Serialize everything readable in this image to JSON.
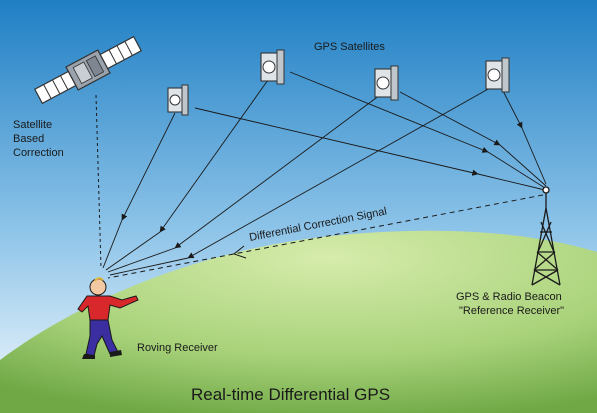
{
  "labels": {
    "gps_satellites": "GPS Satellites",
    "satellite_correction_line1": "Satellite",
    "satellite_correction_line2": "Based",
    "satellite_correction_line3": "Correction",
    "differential_signal": "Differential Correction Signal",
    "beacon_line1": "GPS & Radio Beacon",
    "beacon_line2": "\"Reference Receiver\"",
    "roving_receiver": "Roving Receiver",
    "title": "Real-time Differential GPS"
  },
  "colors": {
    "sky_top": "#1f7fc4",
    "sky_bottom": "#e9f4fb",
    "hill_light": "#c8e39a",
    "hill_dark": "#7fb24f",
    "shirt": "#d8282b",
    "pants": "#3a2ea0"
  },
  "icons": [
    "gps-satellite-icon",
    "correction-satellite-icon",
    "radio-tower-icon",
    "person-receiver-icon"
  ]
}
